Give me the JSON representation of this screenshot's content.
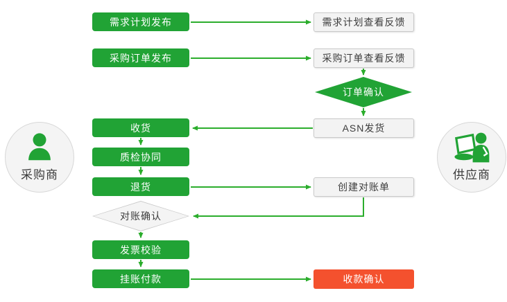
{
  "diagram": {
    "title": "purchaser-supplier-collaboration-flow",
    "actors": {
      "buyer": {
        "label": "采购商",
        "icon": "person-icon"
      },
      "supplier": {
        "label": "供应商",
        "icon": "person-laptop-icon"
      }
    },
    "nodes": {
      "demand_publish": {
        "label": "需求计划发布",
        "type": "process-buyer"
      },
      "demand_feedback": {
        "label": "需求计划查看反馈",
        "type": "process-supplier"
      },
      "po_publish": {
        "label": "采购订单发布",
        "type": "process-buyer"
      },
      "po_feedback": {
        "label": "采购订单查看反馈",
        "type": "process-supplier"
      },
      "order_confirm": {
        "label": "订单确认",
        "type": "decision-green"
      },
      "asn_ship": {
        "label": "ASN发货",
        "type": "process-supplier"
      },
      "receiving": {
        "label": "收货",
        "type": "process-buyer"
      },
      "quality_collab": {
        "label": "质检协同",
        "type": "process-buyer"
      },
      "returns": {
        "label": "退货",
        "type": "process-buyer"
      },
      "create_statement": {
        "label": "创建对账单",
        "type": "process-supplier"
      },
      "statement_confirm": {
        "label": "对账确认",
        "type": "decision-gray"
      },
      "invoice_check": {
        "label": "发票校验",
        "type": "process-buyer"
      },
      "book_payment": {
        "label": "挂账付款",
        "type": "process-buyer"
      },
      "receipt_confirm": {
        "label": "收款确认",
        "type": "process-highlight"
      }
    },
    "edges": [
      "demand_publish → demand_feedback",
      "po_publish → po_feedback",
      "po_feedback → order_confirm",
      "order_confirm → asn_ship",
      "asn_ship → receiving",
      "receiving → quality_collab",
      "quality_collab → returns",
      "returns → create_statement",
      "create_statement → statement_confirm",
      "statement_confirm → invoice_check",
      "invoice_check → book_payment",
      "book_payment → receipt_confirm"
    ],
    "colors": {
      "green": "#21a335",
      "arrow_green": "#2bad2c",
      "red": "#f4512e",
      "panel_bg": "#f3f3f3",
      "panel_border": "#c9c9c9",
      "text_dark": "#3c3c3c"
    }
  }
}
